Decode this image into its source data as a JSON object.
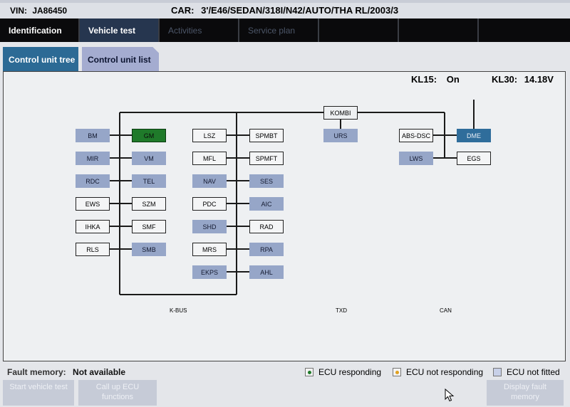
{
  "header": {
    "vin_label": "VIN:",
    "vin_value": "JA86450",
    "car_label": "CAR:",
    "car_value": "3'/E46/SEDAN/318I/N42/AUTO/THA RL/2003/3"
  },
  "nav": {
    "tabs": [
      "Identification",
      "Vehicle test",
      "Activities",
      "Service plan",
      "",
      "",
      ""
    ]
  },
  "subtabs": [
    "Control unit tree",
    "Control unit list"
  ],
  "status": {
    "kl15_label": "KL15:",
    "kl15_value": "On",
    "kl30_label": "KL30:",
    "kl30_value": "14.18V"
  },
  "ecus": [
    {
      "name": "BM",
      "state": "responding"
    },
    {
      "name": "GM",
      "state": "selected"
    },
    {
      "name": "MIR",
      "state": "responding"
    },
    {
      "name": "VM",
      "state": "responding"
    },
    {
      "name": "RDC",
      "state": "responding"
    },
    {
      "name": "TEL",
      "state": "responding"
    },
    {
      "name": "EWS",
      "state": "not fitted"
    },
    {
      "name": "SZM",
      "state": "not fitted"
    },
    {
      "name": "IHKA",
      "state": "not fitted"
    },
    {
      "name": "SMF",
      "state": "not fitted"
    },
    {
      "name": "RLS",
      "state": "not fitted"
    },
    {
      "name": "SMB",
      "state": "responding"
    },
    {
      "name": "LSZ",
      "state": "not fitted"
    },
    {
      "name": "SPMBT",
      "state": "not fitted"
    },
    {
      "name": "MFL",
      "state": "not fitted"
    },
    {
      "name": "SPMFT",
      "state": "not fitted"
    },
    {
      "name": "NAV",
      "state": "responding"
    },
    {
      "name": "SES",
      "state": "responding"
    },
    {
      "name": "PDC",
      "state": "not fitted"
    },
    {
      "name": "AIC",
      "state": "responding"
    },
    {
      "name": "SHD",
      "state": "responding"
    },
    {
      "name": "RAD",
      "state": "not fitted"
    },
    {
      "name": "MRS",
      "state": "not fitted"
    },
    {
      "name": "RPA",
      "state": "responding"
    },
    {
      "name": "EKPS",
      "state": "responding"
    },
    {
      "name": "AHL",
      "state": "responding"
    },
    {
      "name": "KOMBI",
      "state": "not fitted"
    },
    {
      "name": "URS",
      "state": "responding"
    },
    {
      "name": "ABS-DSC",
      "state": "not fitted"
    },
    {
      "name": "DME",
      "state": "responding"
    },
    {
      "name": "LWS",
      "state": "responding"
    },
    {
      "name": "EGS",
      "state": "not fitted"
    }
  ],
  "buses": [
    "K-BUS",
    "TXD",
    "CAN"
  ],
  "fault": {
    "label": "Fault memory:",
    "value": "Not available"
  },
  "legend": {
    "responding": "ECU responding",
    "not_responding": "ECU not responding",
    "not_fitted": "ECU not fitted",
    "colors": {
      "responding": "#1f7a2a",
      "not_responding": "#e0a020",
      "not_fitted": "#c8d0e8"
    }
  },
  "buttons": {
    "start": "Start vehicle test",
    "callup": "Call up ECU functions",
    "display": "Display fault memory"
  },
  "icons": {
    "cursor": "mouse-pointer-icon"
  }
}
